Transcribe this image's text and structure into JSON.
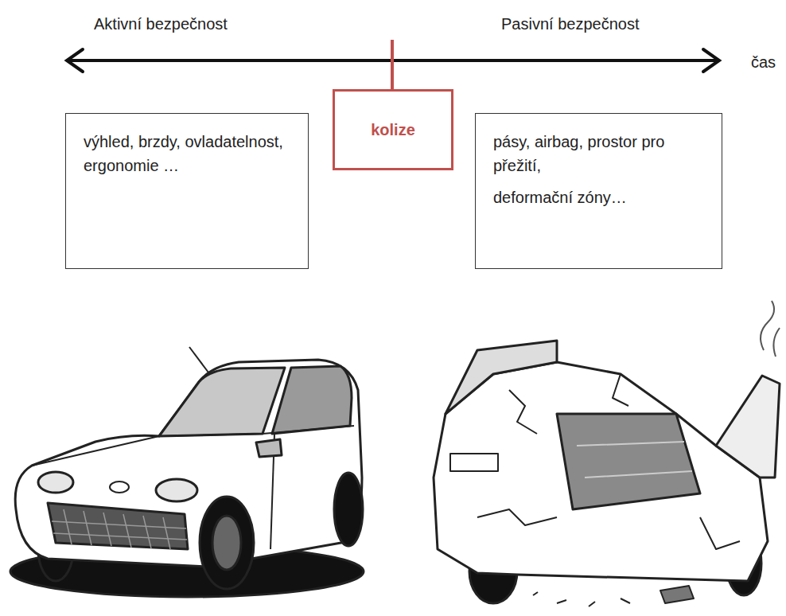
{
  "diagram": {
    "nodes": [
      {
        "text": [
          "výhled, brzdy, ovladatelnost, ergonomie …"
        ]
      },
      {
        "text": [
          "kolize"
        ]
      },
      {
        "text": [
          "pásy, airbag, prostor pro přežití,",
          "deformační zóny…"
        ]
      }
    ],
    "labels": [
      "Aktivní bezpečnost",
      "Pasivní bezpečnost",
      "čas"
    ]
  }
}
